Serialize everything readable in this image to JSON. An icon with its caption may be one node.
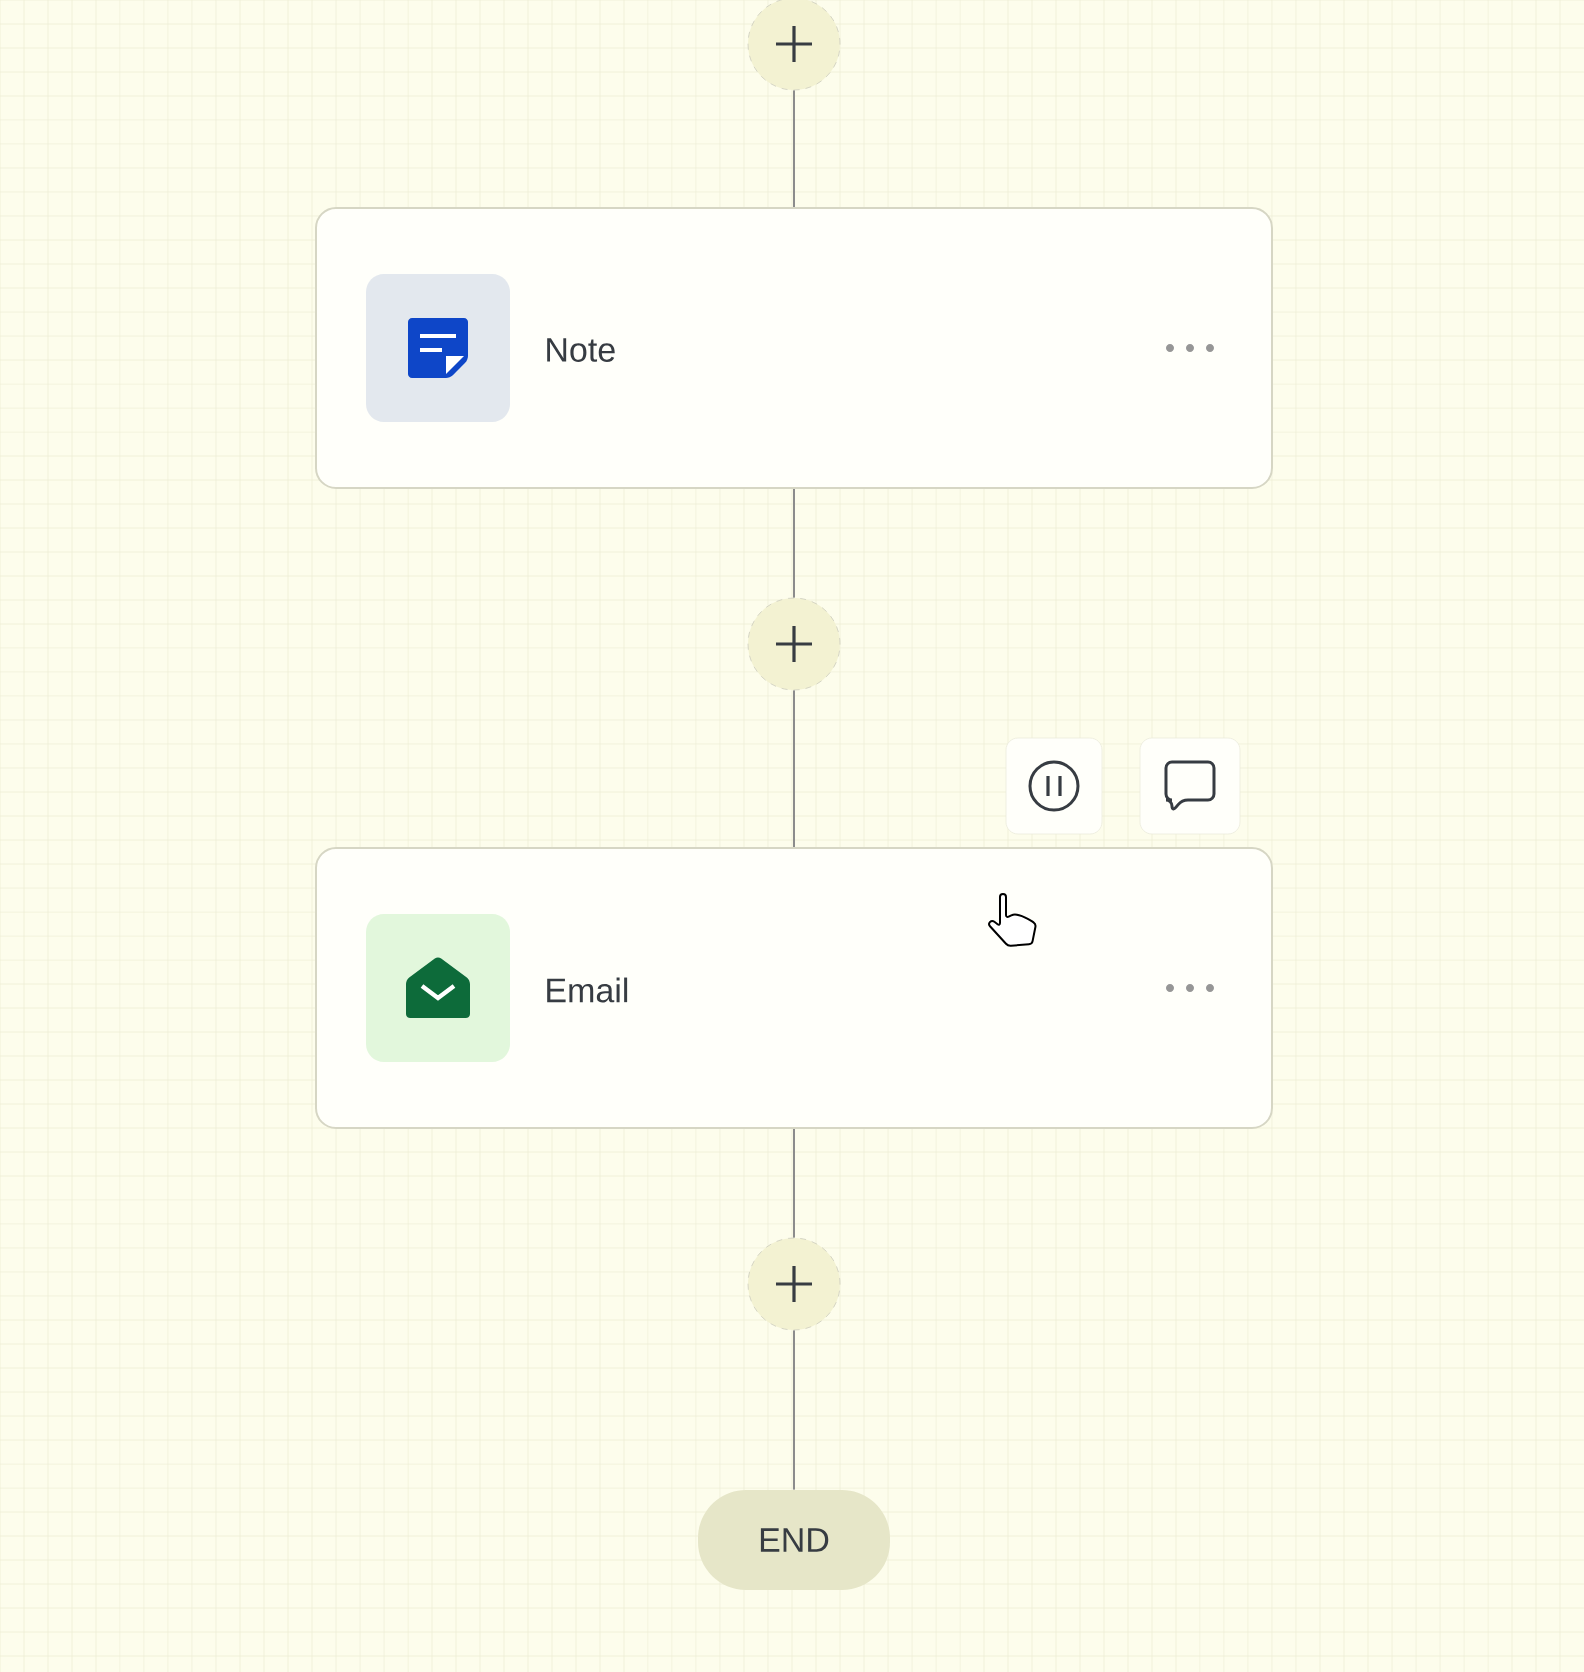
{
  "diagram": {
    "nodes": [
      {
        "text": [],
        "shape": "circle"
      },
      {
        "text": [
          "Note"
        ]
      },
      {
        "text": [],
        "shape": "circle"
      },
      {
        "text": [
          "Email"
        ]
      },
      {
        "text": [],
        "shape": "circle"
      },
      {
        "text": [
          "END"
        ]
      }
    ],
    "edges": [
      {
        "from": 0,
        "to": 1,
        "arrow": "none"
      },
      {
        "from": 1,
        "to": 2,
        "arrow": "none"
      },
      {
        "from": 2,
        "to": 3,
        "arrow": "none"
      },
      {
        "from": 3,
        "to": 4,
        "arrow": "none"
      },
      {
        "from": 4,
        "to": 5,
        "arrow": "none"
      }
    ]
  }
}
